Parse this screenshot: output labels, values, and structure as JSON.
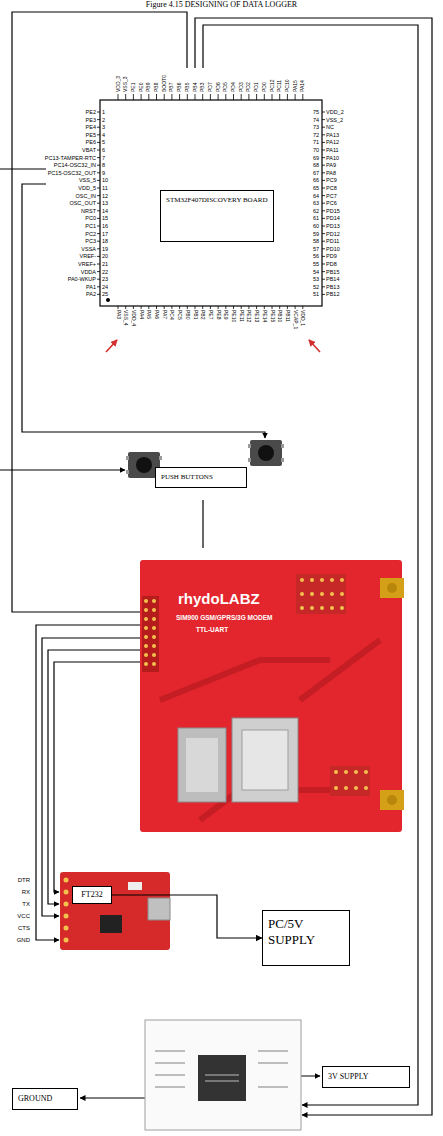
{
  "diagram": {
    "title": "Figure 4.15 DESIGNING OF DATA LOGGER",
    "nodes": [
      {
        "text": [
          "STM32F407DISCOVERY BOARD"
        ]
      },
      {
        "text": [
          "PUSH BUTTONS"
        ]
      },
      {
        "text": [
          "FT232"
        ]
      },
      {
        "text": [
          "PC/5V SUPPLY"
        ]
      },
      {
        "text": [
          "3V SUPPLY"
        ]
      },
      {
        "text": [
          "GROUND"
        ]
      }
    ],
    "edges": [
      {
        "from": 2,
        "to": 3,
        "arrow": "to"
      }
    ],
    "labels": [
      "PE2",
      "1",
      "PE3",
      "2",
      "PE4",
      "3",
      "PE5",
      "4",
      "PE6",
      "5",
      "VBAT",
      "6",
      "PC13-TAMPER-RTC",
      "7",
      "PC14-OSC32_IN",
      "8",
      "PC15-OSC32_OUT",
      "9",
      "VSS_5",
      "10",
      "VDD_5",
      "11",
      "OSC_IN",
      "12",
      "OSC_OUT",
      "13",
      "NRST",
      "14",
      "PC0",
      "15",
      "PC1",
      "16",
      "PC2",
      "17",
      "PC3",
      "18",
      "VSSA",
      "19",
      "VREF-",
      "20",
      "VREF+",
      "21",
      "VDDA",
      "22",
      "PA0-WKUP",
      "23",
      "PA1",
      "24",
      "PA2",
      "25",
      "VDD_2",
      "75",
      "VSS_2",
      "74",
      "NC",
      "73",
      "PA13",
      "72",
      "PA12",
      "71",
      "PA11",
      "70",
      "PA10",
      "69",
      "PA9",
      "68",
      "PA8",
      "67",
      "PC9",
      "66",
      "PC8",
      "65",
      "PC7",
      "64",
      "PC6",
      "63",
      "PD15",
      "62",
      "PD14",
      "61",
      "PD13",
      "60",
      "PD12",
      "59",
      "PD11",
      "58",
      "PD10",
      "57",
      "PD9",
      "56",
      "PD8",
      "55",
      "PB15",
      "54",
      "PB14",
      "53",
      "PB13",
      "52",
      "PB12",
      "51",
      "VDD_3",
      "VSS_3",
      "PE1",
      "PE0",
      "PB9",
      "PB8",
      "BOOT0",
      "PB7",
      "PB6",
      "PB5",
      "PB4",
      "PB3",
      "PD7",
      "PD6",
      "PD5",
      "PD4",
      "PD3",
      "PD2",
      "PD1",
      "PD0",
      "PC12",
      "PC11",
      "PC10",
      "PA15",
      "PA14",
      "PA3",
      "VSS_4",
      "VDD_4",
      "PA4",
      "PA5",
      "PA6",
      "PA7",
      "PC4",
      "PC5",
      "PB0",
      "PB1",
      "PB2",
      "PE7",
      "PE8",
      "PE9",
      "PE10",
      "PE11",
      "PE12",
      "PE13",
      "PE14",
      "PE15",
      "PB10",
      "PB11",
      "VCAP_1",
      "VDD_1",
      "rhydoLABZ",
      "SIM900 GSM/GPRS/3G MODEM",
      "TTL-UART",
      "DTR",
      "RX",
      "TX",
      "VCC",
      "CTS",
      "GND"
    ]
  }
}
